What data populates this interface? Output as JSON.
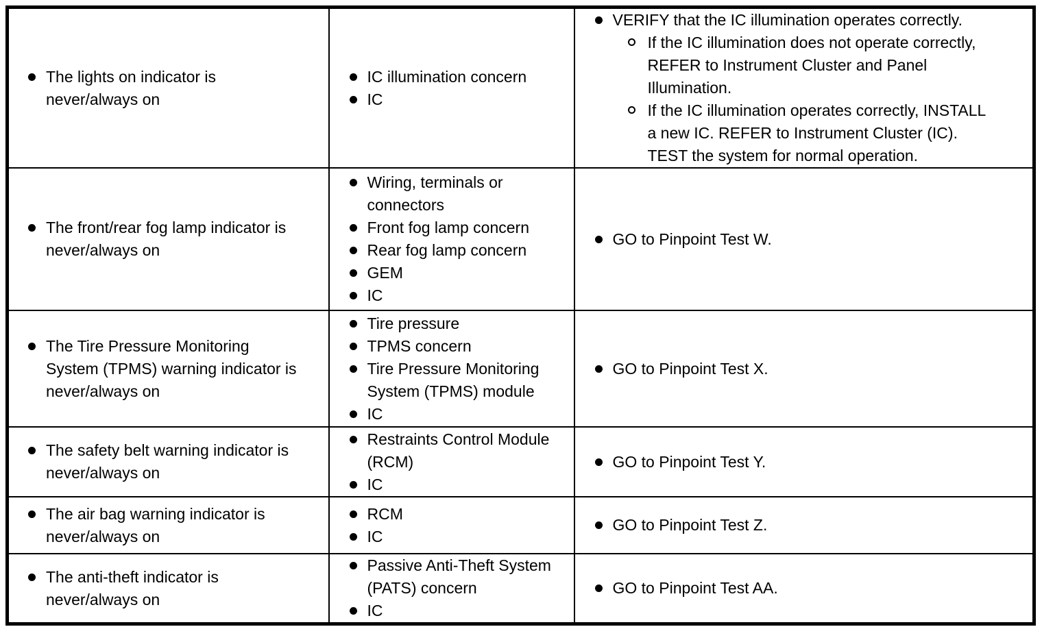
{
  "document": {
    "type": "diagnostic-symptom-table",
    "colors": {
      "border": "#000000",
      "text": "#000000",
      "background": "#ffffff"
    },
    "table": {
      "rows": [
        {
          "symptoms": [
            "The lights on indicator is never/always on"
          ],
          "sources": [
            "IC illumination concern",
            "IC"
          ],
          "actions": [
            {
              "text": "VERIFY that the IC illumination operates correctly.",
              "sub": [
                "If the IC illumination does not operate correctly, REFER to Instrument Cluster and Panel Illumination.",
                "If the IC illumination operates correctly, INSTALL a new IC. REFER to Instrument Cluster (IC). TEST the system for normal operation."
              ]
            }
          ]
        },
        {
          "symptoms": [
            "The front/rear fog lamp indicator is never/always on"
          ],
          "sources": [
            "Wiring, terminals or connectors",
            "Front fog lamp concern",
            "Rear fog lamp concern",
            "GEM",
            "IC"
          ],
          "actions": [
            {
              "text": "GO to Pinpoint Test W.",
              "sub": []
            }
          ]
        },
        {
          "symptoms": [
            "The Tire Pressure Monitoring System (TPMS) warning indicator is never/always on"
          ],
          "sources": [
            "Tire pressure",
            "TPMS concern",
            "Tire Pressure Monitoring System (TPMS) module",
            "IC"
          ],
          "actions": [
            {
              "text": "GO to Pinpoint Test X.",
              "sub": []
            }
          ]
        },
        {
          "symptoms": [
            "The safety belt warning indicator is never/always on"
          ],
          "sources": [
            "Restraints Control Module (RCM)",
            "IC"
          ],
          "actions": [
            {
              "text": "GO to Pinpoint Test Y.",
              "sub": []
            }
          ]
        },
        {
          "symptoms": [
            "The air bag warning indicator is never/always on"
          ],
          "sources": [
            "RCM",
            "IC"
          ],
          "actions": [
            {
              "text": "GO to Pinpoint Test Z.",
              "sub": []
            }
          ]
        },
        {
          "symptoms": [
            "The anti-theft indicator is never/always on"
          ],
          "sources": [
            "Passive Anti-Theft System (PATS) concern",
            "IC"
          ],
          "actions": [
            {
              "text": "GO to Pinpoint Test AA.",
              "sub": []
            }
          ]
        }
      ]
    }
  }
}
